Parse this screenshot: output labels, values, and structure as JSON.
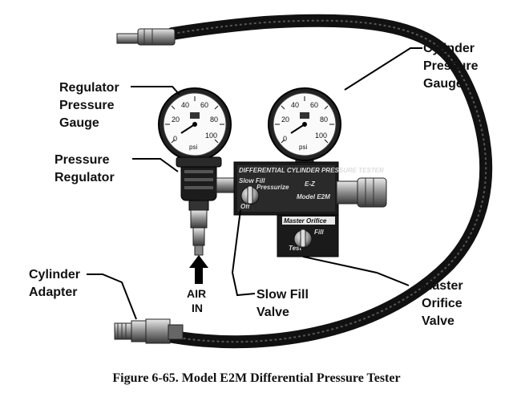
{
  "labels": {
    "regulator_gauge": [
      "Regulator",
      "Pressure",
      "Gauge"
    ],
    "cylinder_gauge": [
      "Cylinder",
      "Pressure",
      "Gauge"
    ],
    "pressure_regulator": [
      "Pressure",
      "Regulator"
    ],
    "cylinder_adapter": [
      "Cylinder",
      "Adapter"
    ],
    "air_in": [
      "AIR",
      "IN"
    ],
    "slow_fill_valve": [
      "Slow Fill",
      "Valve"
    ],
    "master_orifice_valve": [
      "Master",
      "Orifice",
      "Valve"
    ]
  },
  "gauge": {
    "ticks": [
      "20",
      "40",
      "60",
      "80",
      "100"
    ],
    "zero": "0",
    "unit": "psi"
  },
  "panel": {
    "title": "DIFFERENTIAL CYLINDER PRESSURE TESTER",
    "slow_fill": "Slow Fill",
    "pressurize": "Pressurize",
    "model": "Model E2M",
    "brand": "E-Z",
    "off": "Off",
    "master_orifice": "Master Orifice",
    "test": "Test",
    "fill": "Fill"
  },
  "caption": "Figure 6-65. Model E2M Differential Pressure Tester"
}
